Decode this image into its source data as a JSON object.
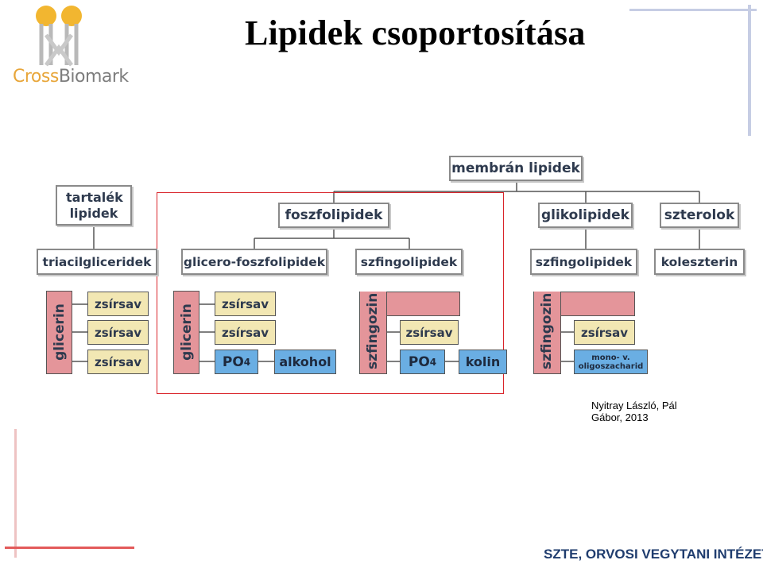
{
  "title": "Lipidek csoportosítása",
  "logo": {
    "text_part1": "Cross",
    "text_part2": "Biomark"
  },
  "diagram": {
    "root": "membrán lipidek",
    "storage": "tartalék lipidek",
    "phospholipids": "foszfolipidek",
    "glycolipids": "glikolipidek",
    "sterols": "szterolok",
    "triacylglycerides": "triacilgliceridek",
    "glycerophospholipids": "glicero-foszfolipidek",
    "sphingolipids_a": "szfingolipidek",
    "sphingolipids_b": "szfingolipidek",
    "cholesterol": "koleszterin",
    "glycerol": "glicerin",
    "sphingosine": "szfingozin",
    "fatty_acid": "zsírsav",
    "po4_main": "PO",
    "po4_sub": "4",
    "alcohol": "alkohol",
    "choline": "kolin",
    "mono_line1": "mono- v.",
    "mono_line2": "oligoszacharid"
  },
  "credit": {
    "line1": "Nyitray László, Pál",
    "line2": "Gábor, 2013"
  },
  "footer": "SZTE, ORVOSI VEGYTANI INTÉZET",
  "colors": {
    "logo_accent": "#f2b630",
    "fatty_acid_fill": "#f2e7b3",
    "backbone_fill": "#e4959a",
    "blue_fill": "#6aaee3",
    "highlight_border": "#d9242a",
    "footer_text": "#1f3c6e"
  }
}
